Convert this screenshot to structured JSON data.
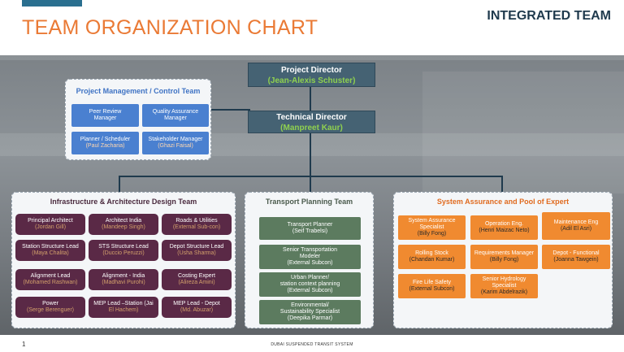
{
  "page": {
    "title": "TEAM ORGANIZATION CHART",
    "team_label": "INTEGRATED TEAM",
    "slide_number": "1",
    "footer": "DUBAI SUSPENDED TRANSIT SYSTEM"
  },
  "colors": {
    "title": "#ea7a35",
    "director_bg": "#456273",
    "director_name": "#8fd14f",
    "pm_box": "#4a80d0",
    "infra_box": "#5a2946",
    "transport_box": "#5c7b5f",
    "assurance_box": "#f08a30"
  },
  "directors": {
    "project": {
      "role": "Project Director",
      "name": "(Jean-Alexis Schuster)"
    },
    "technical": {
      "role": "Technical Director",
      "name": "(Manpreet Kaur)"
    }
  },
  "pm_team": {
    "title": "Project Management / Control Team",
    "boxes": [
      {
        "name": "Peer Review",
        "name2": "Manager",
        "person": ""
      },
      {
        "name": "Quality Assurance",
        "name2": "Manager",
        "person": ""
      },
      {
        "name": "Planner / Scheduler",
        "name2": "",
        "person": "(Paul Zacharia)"
      },
      {
        "name": "Stakeholder Manager",
        "name2": "",
        "person": "(Ghazi Faisal)"
      }
    ]
  },
  "infra_team": {
    "title": "Infrastructure & Architecture Design Team",
    "boxes": [
      {
        "name": "Principal Architect",
        "person": "(Jordan Gill)"
      },
      {
        "name": "Architect India",
        "person": "(Mandeep Singh)"
      },
      {
        "name": "Roads & Utilities",
        "person": "(External Sub-con)"
      },
      {
        "name": "Station Structure Lead",
        "person": "(Maya Chalita)"
      },
      {
        "name": "STS Structure Lead",
        "person": "(Duccio Peruzzi)"
      },
      {
        "name": "Depot Structure Lead",
        "person": "(Usha Sharma)"
      },
      {
        "name": "Alignment Lead",
        "person": "(Mohamed Rashwan)"
      },
      {
        "name": "Alignment - India",
        "person": "(Madhavi Purohi)"
      },
      {
        "name": "Costing Expert",
        "person": "(Alireza Amini)"
      },
      {
        "name": "Power",
        "person": "(Serge Berenguer)"
      },
      {
        "name": "MEP Lead –Station (Jai",
        "person": "El Hachem)"
      },
      {
        "name": "MEP Lead - Depot",
        "person": "(Md. Abuzar)"
      }
    ]
  },
  "transport_team": {
    "title": "Transport Planning Team",
    "boxes": [
      {
        "lines": [
          "Transport Planner",
          "(Seif Trabelsi)"
        ]
      },
      {
        "lines": [
          "Senior Transportation",
          "Modeler",
          "(External Subcon)"
        ]
      },
      {
        "lines": [
          "Urban Planner/",
          "station context planning",
          "(External Subcon)"
        ]
      },
      {
        "lines": [
          "Environmental/",
          "Sustainability Specialist",
          "(Deepika Parmar)"
        ]
      }
    ]
  },
  "assurance_team": {
    "title": "System Assurance and Pool of Expert",
    "boxes": [
      {
        "lines": [
          "System Assurance",
          "Specialist"
        ],
        "person": "(Billy Fong)"
      },
      {
        "lines": [
          "Operation Eng."
        ],
        "person": "(Henri Maizac Neto)"
      },
      {
        "lines": [
          "Maintenance Eng"
        ],
        "person": "(Adil El Asri)"
      },
      {
        "lines": [
          "Rolling Stock"
        ],
        "person": "(Chandan Kumar)"
      },
      {
        "lines": [
          "Requirements Manager"
        ],
        "person": "(Billy Fong)"
      },
      {
        "lines": [
          "Depot - Functional"
        ],
        "person": "(Joanna Tawgein)"
      },
      {
        "lines": [
          "Fire Life Safety"
        ],
        "person": "(External Subcon)"
      },
      {
        "lines": [
          "Senior Hydrology",
          "Specialist"
        ],
        "person": "(Karim Abdelrazik)"
      }
    ]
  }
}
